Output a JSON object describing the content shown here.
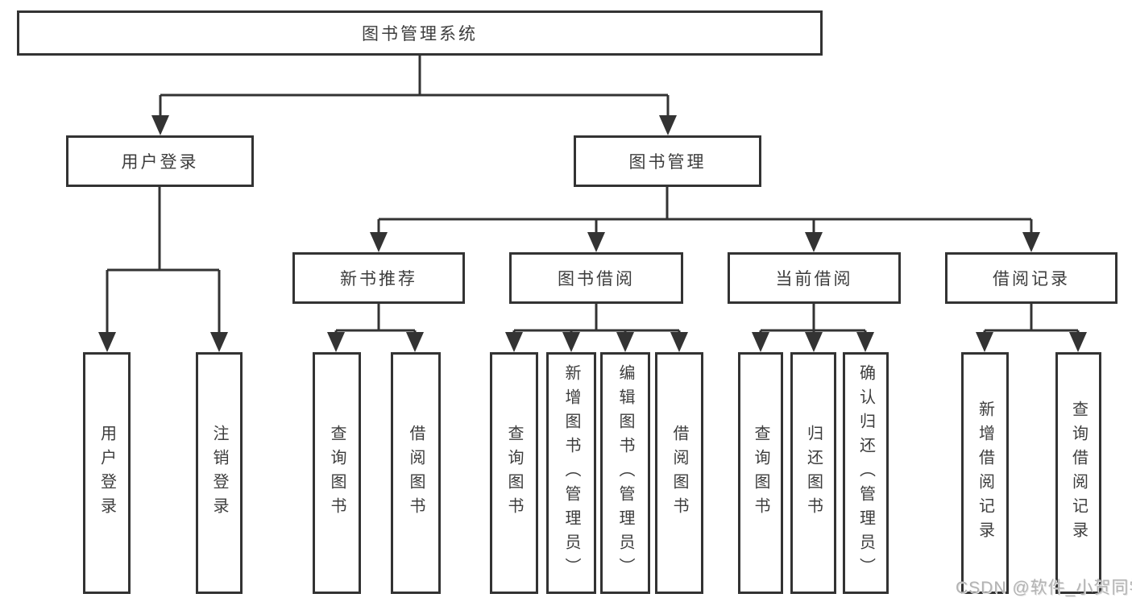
{
  "tree": {
    "label": "图书管理系统",
    "children": [
      {
        "label": "用户登录",
        "children": [
          {
            "label": "用户登录"
          },
          {
            "label": "注销登录"
          }
        ]
      },
      {
        "label": "图书管理",
        "children": [
          {
            "label": "新书推荐",
            "children": [
              {
                "label": "查询图书"
              },
              {
                "label": "借阅图书"
              }
            ]
          },
          {
            "label": "图书借阅",
            "children": [
              {
                "label": "查询图书"
              },
              {
                "label": "新增图书（管理员）"
              },
              {
                "label": "编辑图书（管理员）"
              },
              {
                "label": "借阅图书"
              }
            ]
          },
          {
            "label": "当前借阅",
            "children": [
              {
                "label": "查询图书"
              },
              {
                "label": "归还图书"
              },
              {
                "label": "确认归还（管理员）"
              }
            ]
          },
          {
            "label": "借阅记录",
            "children": [
              {
                "label": "新增借阅记录"
              },
              {
                "label": "查询借阅记录"
              }
            ]
          }
        ]
      }
    ]
  },
  "watermark": {
    "text": "CSDN @软件_小贺同学"
  },
  "colors": {
    "line": "#333333",
    "box_border": "#333333",
    "text": "#3d3d3d",
    "watermark": "#b3b3b3",
    "background": "#ffffff"
  }
}
